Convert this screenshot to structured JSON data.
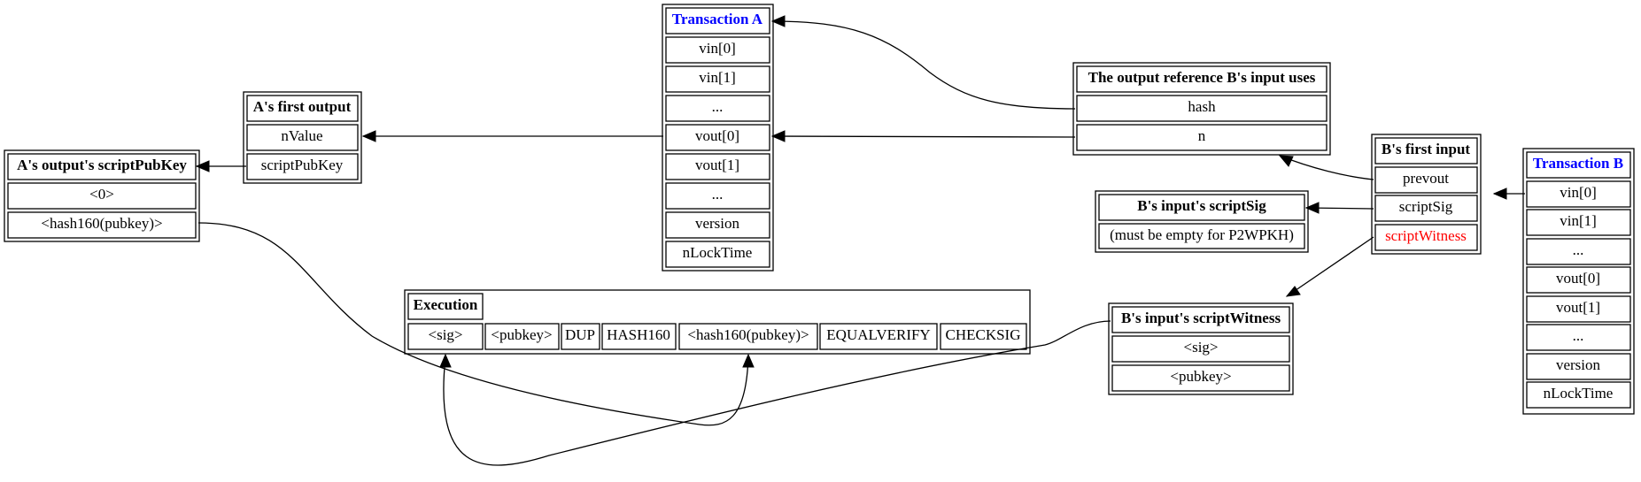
{
  "nodes": {
    "tx_a": {
      "title": "Transaction A",
      "rows": [
        "vin[0]",
        "vin[1]",
        "...",
        "vout[0]",
        "vout[1]",
        "...",
        "version",
        "nLockTime"
      ]
    },
    "a_first_output": {
      "title": "A's first output",
      "rows": [
        "nValue",
        "scriptPubKey"
      ]
    },
    "a_scriptpubkey": {
      "title": "A's output's scriptPubKey",
      "rows": [
        "<0>",
        "<hash160(pubkey)>"
      ]
    },
    "output_ref": {
      "title": "The output reference B's input uses",
      "rows": [
        "hash",
        "n"
      ]
    },
    "b_first_input": {
      "title": "B's first input",
      "rows": [
        "prevout",
        "scriptSig",
        "scriptWitness"
      ]
    },
    "tx_b": {
      "title": "Transaction B",
      "rows": [
        "vin[0]",
        "vin[1]",
        "...",
        "vout[0]",
        "vout[1]",
        "...",
        "version",
        "nLockTime"
      ]
    },
    "b_scriptsig": {
      "title": "B's input's scriptSig",
      "rows": [
        "(must be empty for P2WPKH)"
      ]
    },
    "execution": {
      "title": "Execution",
      "cells": [
        "<sig>",
        "<pubkey>",
        "DUP",
        "HASH160",
        "<hash160(pubkey)>",
        "EQUALVERIFY",
        "CHECKSIG"
      ]
    },
    "b_scriptwitness": {
      "title": "B's input's scriptWitness",
      "rows": [
        "<sig>",
        "<pubkey>"
      ]
    }
  },
  "colors": {
    "title_highlight": "#0000ff",
    "witness_highlight": "#ff0000",
    "line": "#000000"
  }
}
